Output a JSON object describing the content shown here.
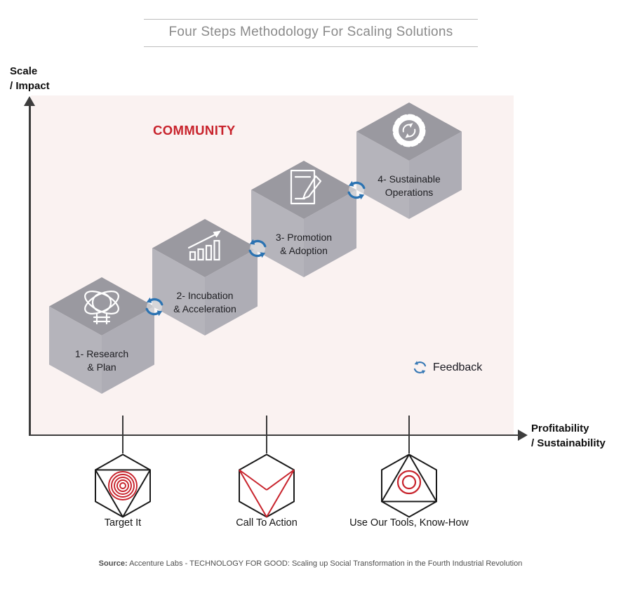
{
  "title": "Four Steps Methodology For Scaling Solutions",
  "axes": {
    "y_line1": "Scale",
    "y_line2": "/ Impact",
    "x_line1": "Profitability",
    "x_line2": "/ Sustainability"
  },
  "community_label": "COMMUNITY",
  "steps": [
    {
      "line1": "1- Research",
      "line2": "& Plan",
      "icon": "research-orbit-icon"
    },
    {
      "line1": "2- Incubation",
      "line2": "& Acceleration",
      "icon": "growth-chart-icon"
    },
    {
      "line1": "3- Promotion",
      "line2": "& Adoption",
      "icon": "document-pencil-icon"
    },
    {
      "line1": "4- Sustainable",
      "line2": "Operations",
      "icon": "gear-icon"
    }
  ],
  "legend": {
    "label": "Feedback",
    "icon": "feedback-cycle-icon"
  },
  "bottom_items": [
    {
      "label": "Target It",
      "icon": "target-hexagon-icon"
    },
    {
      "label": "Call To Action",
      "icon": "call-to-action-hexagon-icon"
    },
    {
      "label": "Use Our Tools, Know-How",
      "icon": "tools-hexagon-icon"
    }
  ],
  "source": {
    "prefix": "Source:",
    "text": " Accenture Labs - TECHNOLOGY FOR GOOD: Scaling up Social Transformation in the Fourth Industrial Revolution"
  },
  "colors": {
    "accent_red": "#c8232c",
    "accent_blue": "#2b73b2",
    "cube_top": "#9a99a0",
    "cube_left": "#b5b4bb",
    "cube_right": "#aeadb5",
    "plot_background": "#faf2f1",
    "axis": "#3d3d3d",
    "title_gray": "#8a8a8a"
  }
}
